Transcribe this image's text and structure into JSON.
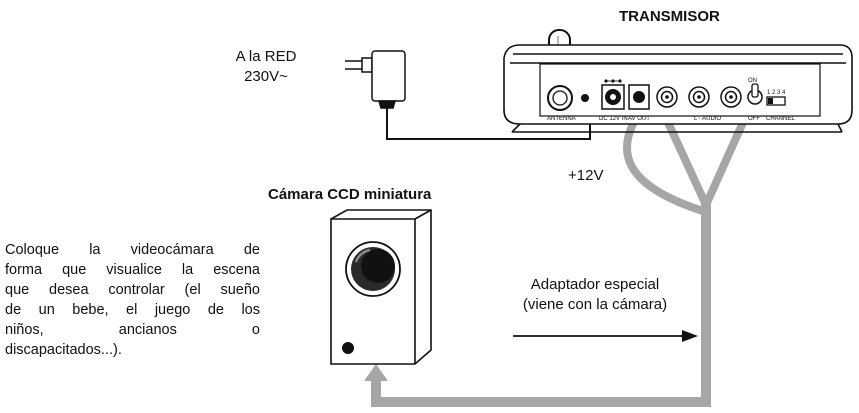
{
  "labels": {
    "transmitter_title": "TRANSMISOR",
    "mains": "A la RED",
    "mains_voltage": "230V~",
    "dc_label": "+12V",
    "camera_title": "Cámara CCD miniatura",
    "adapter_line1": "Adaptador especial",
    "adapter_line2": "(viene con la cámara)"
  },
  "description_lines": [
    "Coloque la videocámara de",
    "forma que visualice la escena",
    "que desea controlar (el sueño",
    "de un bebe, el juego de los",
    "niños,        ancianos        o",
    "discapacitados...)."
  ],
  "panel_labels": {
    "antenna": "ANTENNA",
    "dc_in": "DC 12V IN",
    "av_out": "AV OUT",
    "audio": "L - AUDIO",
    "on": "ON",
    "off": "OFF",
    "channel": "CHANNEL",
    "channel_numbers": "1 2 3 4"
  },
  "colors": {
    "cable_gray": "#a6a6a6",
    "line": "#111111"
  }
}
